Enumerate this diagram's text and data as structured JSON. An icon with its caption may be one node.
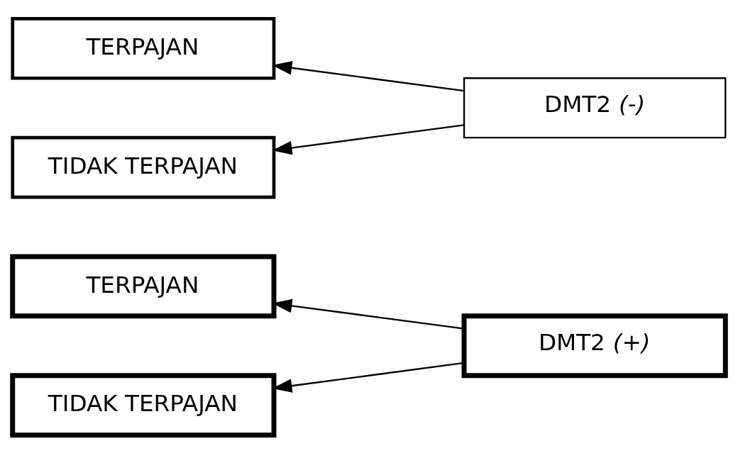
{
  "diagram": {
    "nodes": [
      {
        "text": [
          "TERPAJAN"
        ]
      },
      {
        "text": [
          "DMT2 *(+)*"
        ]
      },
      {
        "text": [
          "TIDAK TERPAJAN"
        ]
      },
      {
        "text": [
          "TERPAJAN"
        ]
      },
      {
        "text": [
          "DMT2 *(-)*"
        ]
      },
      {
        "text": [
          "TIDAK TERPAJAN"
        ]
      }
    ],
    "edges": [
      {
        "from": 1,
        "to": 0,
        "arrow": "to"
      },
      {
        "from": 1,
        "to": 2,
        "arrow": "to"
      },
      {
        "from": 4,
        "to": 3,
        "arrow": "to"
      },
      {
        "from": 4,
        "to": 5,
        "arrow": "to"
      }
    ]
  }
}
